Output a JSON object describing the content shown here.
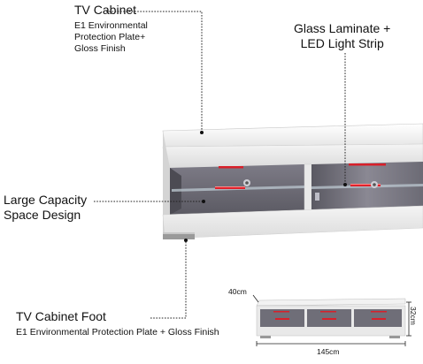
{
  "callouts": {
    "tv_cabinet": {
      "title": "TV Cabinet",
      "lines": [
        "E1 Environmental",
        "Protection Plate+",
        "Gloss Finish"
      ]
    },
    "glass_laminate": {
      "lines": [
        "Glass Laminate +",
        "LED Light Strip"
      ]
    },
    "large_capacity": {
      "lines": [
        "Large Capacity",
        "Space Design"
      ]
    },
    "tv_cabinet_foot": {
      "title": "TV Cabinet Foot",
      "subtitle": "E1 Environmental Protection Plate + Gloss Finish"
    }
  },
  "dimensions": {
    "depth": "40cm",
    "height": "32cm",
    "width": "145cm"
  },
  "colors": {
    "cabinet_white": "#eeeeee",
    "interior_gray": "#6d6d78",
    "led_red": "#d8202a",
    "leader_line": "#222222"
  }
}
